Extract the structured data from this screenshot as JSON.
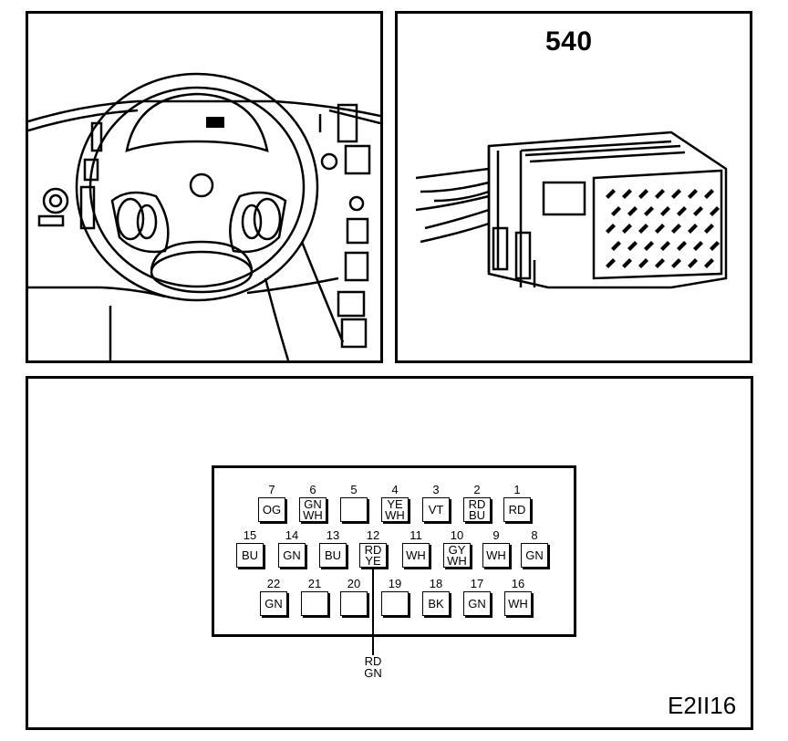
{
  "connector": {
    "code": "540"
  },
  "figure_id": "E2II16",
  "pins": [
    {
      "n": "1",
      "wires": [
        "RD"
      ]
    },
    {
      "n": "2",
      "wires": [
        "RD",
        "BU"
      ]
    },
    {
      "n": "3",
      "wires": [
        "VT"
      ]
    },
    {
      "n": "4",
      "wires": [
        "YE",
        "WH"
      ]
    },
    {
      "n": "5",
      "wires": []
    },
    {
      "n": "6",
      "wires": [
        "GN",
        "WH"
      ]
    },
    {
      "n": "7",
      "wires": [
        "OG"
      ]
    },
    {
      "n": "8",
      "wires": [
        "GN"
      ]
    },
    {
      "n": "9",
      "wires": [
        "WH"
      ]
    },
    {
      "n": "10",
      "wires": [
        "GY",
        "WH"
      ]
    },
    {
      "n": "11",
      "wires": [
        "WH"
      ]
    },
    {
      "n": "12",
      "wires": [
        "RD",
        "YE"
      ]
    },
    {
      "n": "13",
      "wires": [
        "BU"
      ]
    },
    {
      "n": "14",
      "wires": [
        "GN"
      ]
    },
    {
      "n": "15",
      "wires": [
        "BU"
      ]
    },
    {
      "n": "16",
      "wires": [
        "WH"
      ]
    },
    {
      "n": "17",
      "wires": [
        "GN"
      ]
    },
    {
      "n": "18",
      "wires": [
        "BK"
      ]
    },
    {
      "n": "19",
      "wires": []
    },
    {
      "n": "20",
      "wires": []
    },
    {
      "n": "21",
      "wires": []
    },
    {
      "n": "22",
      "wires": [
        "GN"
      ]
    }
  ],
  "splice": {
    "wires": [
      "RD",
      "GN"
    ]
  }
}
